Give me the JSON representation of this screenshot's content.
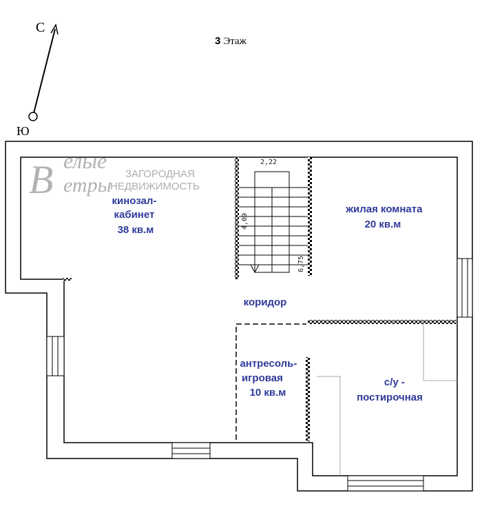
{
  "title": {
    "number": "3",
    "text": "Этаж"
  },
  "compass": {
    "north": "С",
    "south": "Ю"
  },
  "watermark": {
    "logo": "Белые Ветры",
    "line1": "ЗАГОРОДНАЯ",
    "line2": "НЕДВИЖИМОСТЬ"
  },
  "rooms": [
    {
      "line1": "кинозал-",
      "line2": "кабинет",
      "area": "38 кв.м"
    },
    {
      "line1": "жилая комната",
      "area": "20 кв.м"
    },
    {
      "line1": "коридор"
    },
    {
      "line1": "антресоль-",
      "line2": "игровая",
      "area": "10 кв.м"
    },
    {
      "line1": "с/у -",
      "line2": "постирочная"
    }
  ],
  "dimensions": {
    "stair_width": "2,22",
    "stair_length": "4,09",
    "height": "6,75"
  },
  "colors": {
    "label": "#2f3a9a",
    "wall": "#000000",
    "watermark": "#9a9a9a"
  }
}
